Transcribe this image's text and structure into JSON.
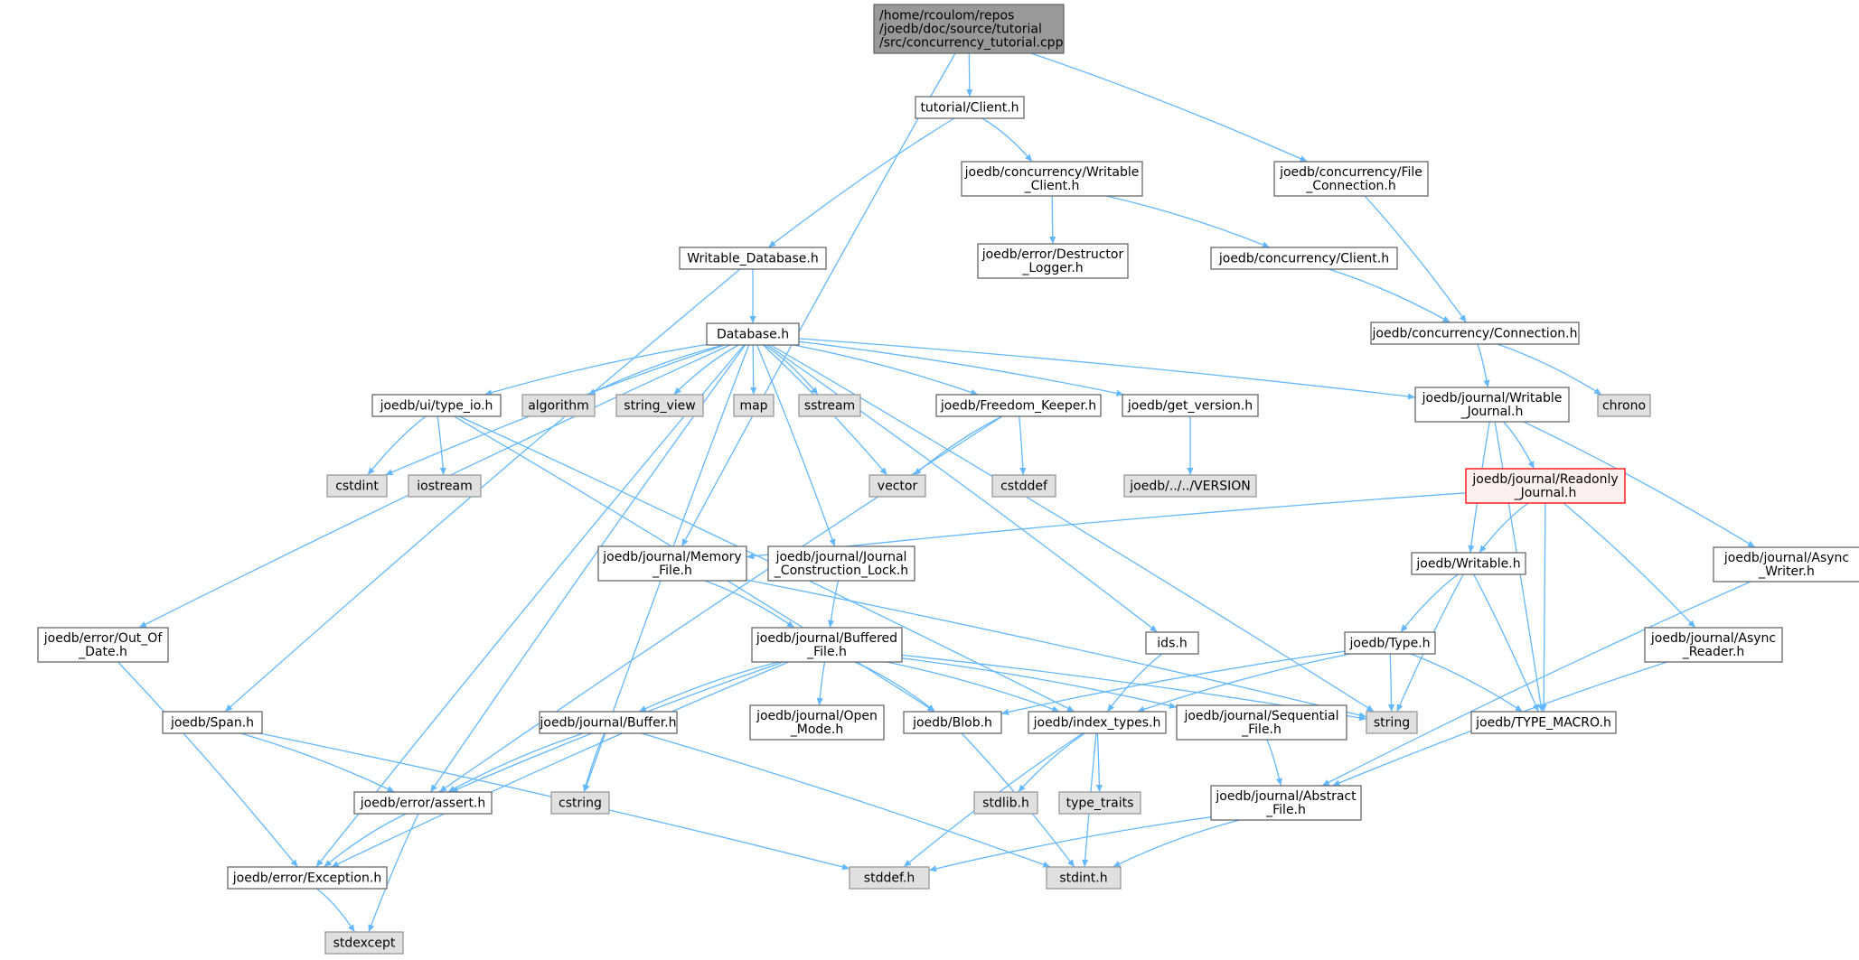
{
  "colors": {
    "edge": "#63b8ff",
    "node_border": "#666666",
    "system_fill": "#e0e0e0",
    "root_fill": "#999999",
    "highlight_border": "#ff0000",
    "highlight_fill": "#fff0f0"
  },
  "nodes": [
    {
      "id": "root",
      "kind": "root",
      "lines": [
        "/home/rcoulom/repos",
        "/joedb/doc/source/tutorial",
        "/src/concurrency_tutorial.cpp"
      ]
    },
    {
      "id": "tutorial_client",
      "kind": "normal",
      "lines": [
        "tutorial/Client.h"
      ]
    },
    {
      "id": "writable_client",
      "kind": "normal",
      "lines": [
        "joedb/concurrency/Writable",
        "_Client.h"
      ]
    },
    {
      "id": "file_connection",
      "kind": "normal",
      "lines": [
        "joedb/concurrency/File",
        "_Connection.h"
      ]
    },
    {
      "id": "writable_database",
      "kind": "normal",
      "lines": [
        "Writable_Database.h"
      ]
    },
    {
      "id": "destructor_logger",
      "kind": "normal",
      "lines": [
        "joedb/error/Destructor",
        "_Logger.h"
      ]
    },
    {
      "id": "concurrency_client",
      "kind": "normal",
      "lines": [
        "joedb/concurrency/Client.h"
      ]
    },
    {
      "id": "database",
      "kind": "normal",
      "lines": [
        "Database.h"
      ]
    },
    {
      "id": "connection",
      "kind": "normal",
      "lines": [
        "joedb/concurrency/Connection.h"
      ]
    },
    {
      "id": "type_io",
      "kind": "normal",
      "lines": [
        "joedb/ui/type_io.h"
      ]
    },
    {
      "id": "algorithm",
      "kind": "sys",
      "lines": [
        "algorithm"
      ]
    },
    {
      "id": "string_view",
      "kind": "sys",
      "lines": [
        "string_view"
      ]
    },
    {
      "id": "map",
      "kind": "sys",
      "lines": [
        "map"
      ]
    },
    {
      "id": "sstream",
      "kind": "sys",
      "lines": [
        "sstream"
      ]
    },
    {
      "id": "freedom_keeper",
      "kind": "normal",
      "lines": [
        "joedb/Freedom_Keeper.h"
      ]
    },
    {
      "id": "get_version",
      "kind": "normal",
      "lines": [
        "joedb/get_version.h"
      ]
    },
    {
      "id": "writable_journal",
      "kind": "normal",
      "lines": [
        "joedb/journal/Writable",
        "_Journal.h"
      ]
    },
    {
      "id": "chrono",
      "kind": "sys",
      "lines": [
        "chrono"
      ]
    },
    {
      "id": "cstdint",
      "kind": "sys",
      "lines": [
        "cstdint"
      ]
    },
    {
      "id": "iostream",
      "kind": "sys",
      "lines": [
        "iostream"
      ]
    },
    {
      "id": "vector",
      "kind": "sys",
      "lines": [
        "vector"
      ]
    },
    {
      "id": "cstddef",
      "kind": "sys",
      "lines": [
        "cstddef"
      ]
    },
    {
      "id": "version",
      "kind": "sys",
      "lines": [
        "joedb/../../VERSION"
      ]
    },
    {
      "id": "readonly_journal",
      "kind": "red",
      "lines": [
        "joedb/journal/Readonly",
        "_Journal.h"
      ]
    },
    {
      "id": "memory_file",
      "kind": "normal",
      "lines": [
        "joedb/journal/Memory",
        "_File.h"
      ]
    },
    {
      "id": "construction_lock",
      "kind": "normal",
      "lines": [
        "joedb/journal/Journal",
        "_Construction_Lock.h"
      ]
    },
    {
      "id": "writable",
      "kind": "normal",
      "lines": [
        "joedb/Writable.h"
      ]
    },
    {
      "id": "async_writer",
      "kind": "normal",
      "lines": [
        "joedb/journal/Async",
        "_Writer.h"
      ]
    },
    {
      "id": "out_of_date",
      "kind": "normal",
      "lines": [
        "joedb/error/Out_Of",
        "_Date.h"
      ]
    },
    {
      "id": "buffered_file",
      "kind": "normal",
      "lines": [
        "joedb/journal/Buffered",
        "_File.h"
      ]
    },
    {
      "id": "ids",
      "kind": "normal",
      "lines": [
        "ids.h"
      ]
    },
    {
      "id": "type",
      "kind": "normal",
      "lines": [
        "joedb/Type.h"
      ]
    },
    {
      "id": "async_reader",
      "kind": "normal",
      "lines": [
        "joedb/journal/Async",
        "_Reader.h"
      ]
    },
    {
      "id": "span",
      "kind": "normal",
      "lines": [
        "joedb/Span.h"
      ]
    },
    {
      "id": "buffer",
      "kind": "normal",
      "lines": [
        "joedb/journal/Buffer.h"
      ]
    },
    {
      "id": "open_mode",
      "kind": "normal",
      "lines": [
        "joedb/journal/Open",
        "_Mode.h"
      ]
    },
    {
      "id": "blob",
      "kind": "normal",
      "lines": [
        "joedb/Blob.h"
      ]
    },
    {
      "id": "index_types",
      "kind": "normal",
      "lines": [
        "joedb/index_types.h"
      ]
    },
    {
      "id": "sequential_file",
      "kind": "normal",
      "lines": [
        "joedb/journal/Sequential",
        "_File.h"
      ]
    },
    {
      "id": "string",
      "kind": "sys",
      "lines": [
        "string"
      ]
    },
    {
      "id": "type_macro",
      "kind": "normal",
      "lines": [
        "joedb/TYPE_MACRO.h"
      ]
    },
    {
      "id": "assert",
      "kind": "normal",
      "lines": [
        "joedb/error/assert.h"
      ]
    },
    {
      "id": "cstring",
      "kind": "sys",
      "lines": [
        "cstring"
      ]
    },
    {
      "id": "stdlib",
      "kind": "sys",
      "lines": [
        "stdlib.h"
      ]
    },
    {
      "id": "type_traits",
      "kind": "sys",
      "lines": [
        "type_traits"
      ]
    },
    {
      "id": "abstract_file",
      "kind": "normal",
      "lines": [
        "joedb/journal/Abstract",
        "_File.h"
      ]
    },
    {
      "id": "exception",
      "kind": "normal",
      "lines": [
        "joedb/error/Exception.h"
      ]
    },
    {
      "id": "stddef",
      "kind": "sys",
      "lines": [
        "stddef.h"
      ]
    },
    {
      "id": "stdint",
      "kind": "sys",
      "lines": [
        "stdint.h"
      ]
    },
    {
      "id": "stdexcept",
      "kind": "sys",
      "lines": [
        "stdexcept"
      ]
    }
  ],
  "edges": [
    [
      "root",
      "tutorial_client"
    ],
    [
      "root",
      "file_connection"
    ],
    [
      "root",
      "memory_file"
    ],
    [
      "tutorial_client",
      "writable_database"
    ],
    [
      "tutorial_client",
      "writable_client"
    ],
    [
      "writable_client",
      "destructor_logger"
    ],
    [
      "writable_client",
      "concurrency_client"
    ],
    [
      "file_connection",
      "connection"
    ],
    [
      "concurrency_client",
      "connection"
    ],
    [
      "connection",
      "writable_journal"
    ],
    [
      "connection",
      "chrono"
    ],
    [
      "writable_database",
      "database"
    ],
    [
      "writable_database",
      "span"
    ],
    [
      "database",
      "type_io"
    ],
    [
      "database",
      "algorithm"
    ],
    [
      "database",
      "string_view"
    ],
    [
      "database",
      "map"
    ],
    [
      "database",
      "sstream"
    ],
    [
      "database",
      "freedom_keeper"
    ],
    [
      "database",
      "get_version"
    ],
    [
      "database",
      "writable_journal"
    ],
    [
      "database",
      "cstdint"
    ],
    [
      "database",
      "vector"
    ],
    [
      "database",
      "string"
    ],
    [
      "database",
      "ids"
    ],
    [
      "database",
      "construction_lock"
    ],
    [
      "database",
      "assert"
    ],
    [
      "database",
      "cstring"
    ],
    [
      "database",
      "out_of_date"
    ],
    [
      "database",
      "exception"
    ],
    [
      "type_io",
      "cstdint"
    ],
    [
      "type_io",
      "iostream"
    ],
    [
      "type_io",
      "blob"
    ],
    [
      "type_io",
      "index_types"
    ],
    [
      "freedom_keeper",
      "vector"
    ],
    [
      "freedom_keeper",
      "cstddef"
    ],
    [
      "freedom_keeper",
      "assert"
    ],
    [
      "get_version",
      "version"
    ],
    [
      "writable_journal",
      "readonly_journal"
    ],
    [
      "writable_journal",
      "writable"
    ],
    [
      "writable_journal",
      "async_writer"
    ],
    [
      "writable_journal",
      "type_macro"
    ],
    [
      "readonly_journal",
      "writable"
    ],
    [
      "readonly_journal",
      "type_macro"
    ],
    [
      "readonly_journal",
      "async_reader"
    ],
    [
      "readonly_journal",
      "memory_file"
    ],
    [
      "memory_file",
      "buffered_file"
    ],
    [
      "memory_file",
      "string"
    ],
    [
      "construction_lock",
      "buffered_file"
    ],
    [
      "writable",
      "type"
    ],
    [
      "writable",
      "string"
    ],
    [
      "writable",
      "type_macro"
    ],
    [
      "type",
      "string"
    ],
    [
      "type",
      "type_macro"
    ],
    [
      "type",
      "index_types"
    ],
    [
      "type",
      "blob"
    ],
    [
      "buffered_file",
      "buffer"
    ],
    [
      "buffered_file",
      "open_mode"
    ],
    [
      "buffered_file",
      "blob"
    ],
    [
      "buffered_file",
      "index_types"
    ],
    [
      "buffered_file",
      "sequential_file"
    ],
    [
      "buffered_file",
      "string"
    ],
    [
      "buffered_file",
      "assert"
    ],
    [
      "buffered_file",
      "exception"
    ],
    [
      "ids",
      "index_types"
    ],
    [
      "buffer",
      "assert"
    ],
    [
      "buffer",
      "cstring"
    ],
    [
      "buffer",
      "stdint"
    ],
    [
      "blob",
      "stdint"
    ],
    [
      "index_types",
      "stddef"
    ],
    [
      "index_types",
      "stdlib"
    ],
    [
      "index_types",
      "type_traits"
    ],
    [
      "index_types",
      "stdint"
    ],
    [
      "sequential_file",
      "abstract_file"
    ],
    [
      "async_writer",
      "abstract_file"
    ],
    [
      "async_reader",
      "abstract_file"
    ],
    [
      "abstract_file",
      "stddef"
    ],
    [
      "abstract_file",
      "stdint"
    ],
    [
      "span",
      "assert"
    ],
    [
      "span",
      "stddef"
    ],
    [
      "out_of_date",
      "exception"
    ],
    [
      "assert",
      "exception"
    ],
    [
      "assert",
      "stdexcept"
    ],
    [
      "exception",
      "stdexcept"
    ]
  ]
}
